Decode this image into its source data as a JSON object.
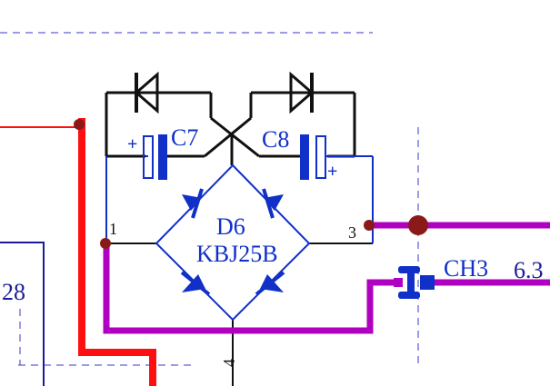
{
  "schematic": {
    "colors": {
      "background": "#ffffff",
      "wire_black": "#111111",
      "wire_red": "#ff1010",
      "wire_magenta": "#b000c0",
      "component_blue": "#1030c8",
      "outline_blue": "#1a1a9a",
      "junction": "#8a1a1a",
      "dashed_border": "#3a3acc"
    },
    "labels": {
      "c7": "C7",
      "c8": "C8",
      "c7_plus": "+",
      "c8_plus": "+",
      "bridge_ref": "D6",
      "bridge_part": "KBJ25B",
      "pin1": "1",
      "pin3": "3",
      "pin4": "4",
      "connector": "CH3",
      "connector_value": "6.3",
      "left_fragment": "28"
    }
  }
}
